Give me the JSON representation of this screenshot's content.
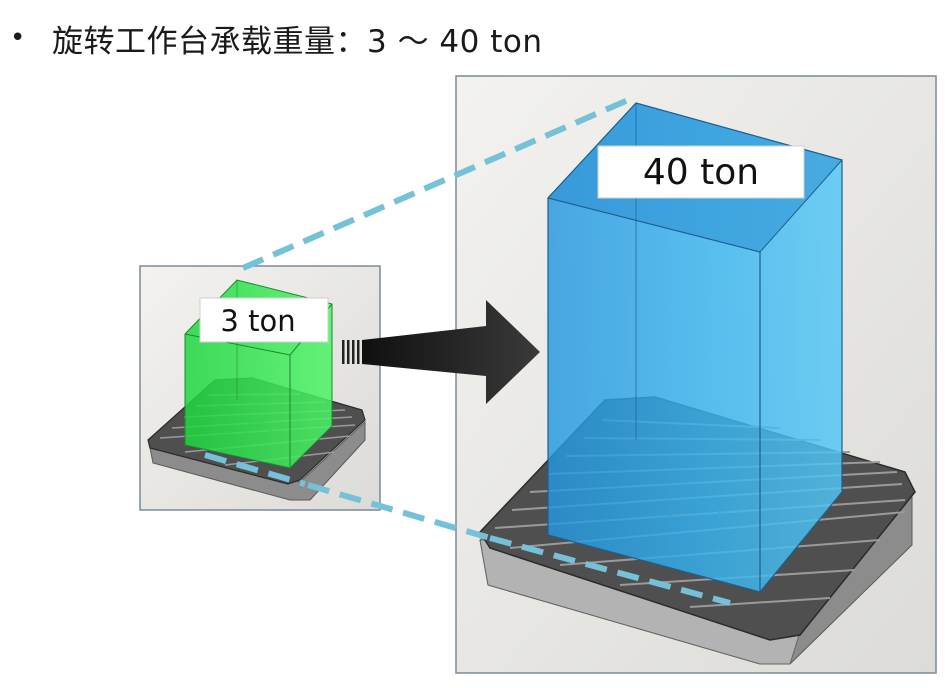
{
  "bullet": "•",
  "heading": "旋转工作台承载重量：3 ～ 40 ton",
  "small_panel": {
    "label": "3 ton"
  },
  "large_panel": {
    "label": "40 ton"
  },
  "colors": {
    "small_load": "#22e845",
    "large_load": "#29a6e8",
    "dashed_connector": "#74c1d8",
    "arrow": "#333333",
    "table_top": "#4a4a4a",
    "table_base": "#9a9a9a"
  }
}
